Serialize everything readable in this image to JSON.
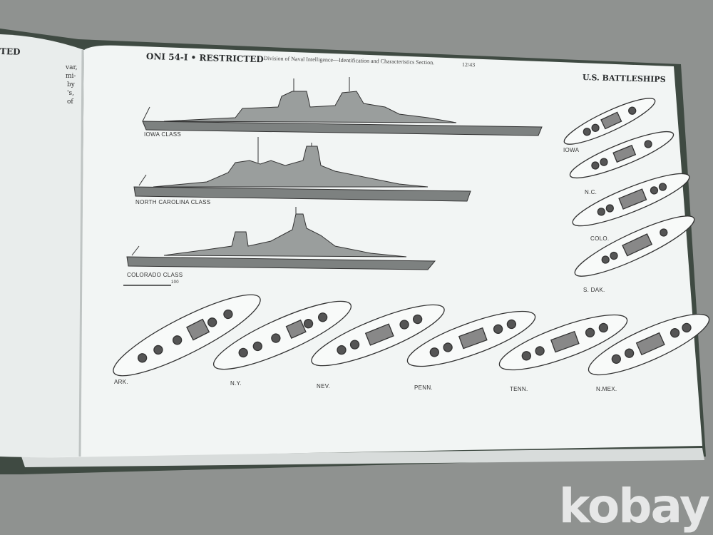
{
  "header": {
    "code": "ONI 54-I • RESTRICTED",
    "division": "Division of Naval Intelligence—Identification and Characteristics Section.",
    "date": "12/43",
    "section_title": "U.S. BATTLESHIPS"
  },
  "left_page": {
    "heading_fragment": "TED",
    "lines": [
      "var,",
      "mi-",
      "by",
      "'s,",
      "of"
    ]
  },
  "profiles": [
    {
      "label": "IOWA CLASS"
    },
    {
      "label": "NORTH CAROLINA CLASS"
    },
    {
      "label": "COLORADO CLASS"
    }
  ],
  "scale_label": "100",
  "deck_plans_right": [
    {
      "label": "IOWA"
    },
    {
      "label": "N.C."
    },
    {
      "label": "COLO."
    },
    {
      "label": "S. DAK."
    }
  ],
  "deck_plans_bottom": [
    {
      "label": "ARK."
    },
    {
      "label": "N.Y."
    },
    {
      "label": "NEV."
    },
    {
      "label": "PENN."
    },
    {
      "label": "TENN."
    },
    {
      "label": "N.MEX."
    }
  ],
  "watermark": "kobay"
}
